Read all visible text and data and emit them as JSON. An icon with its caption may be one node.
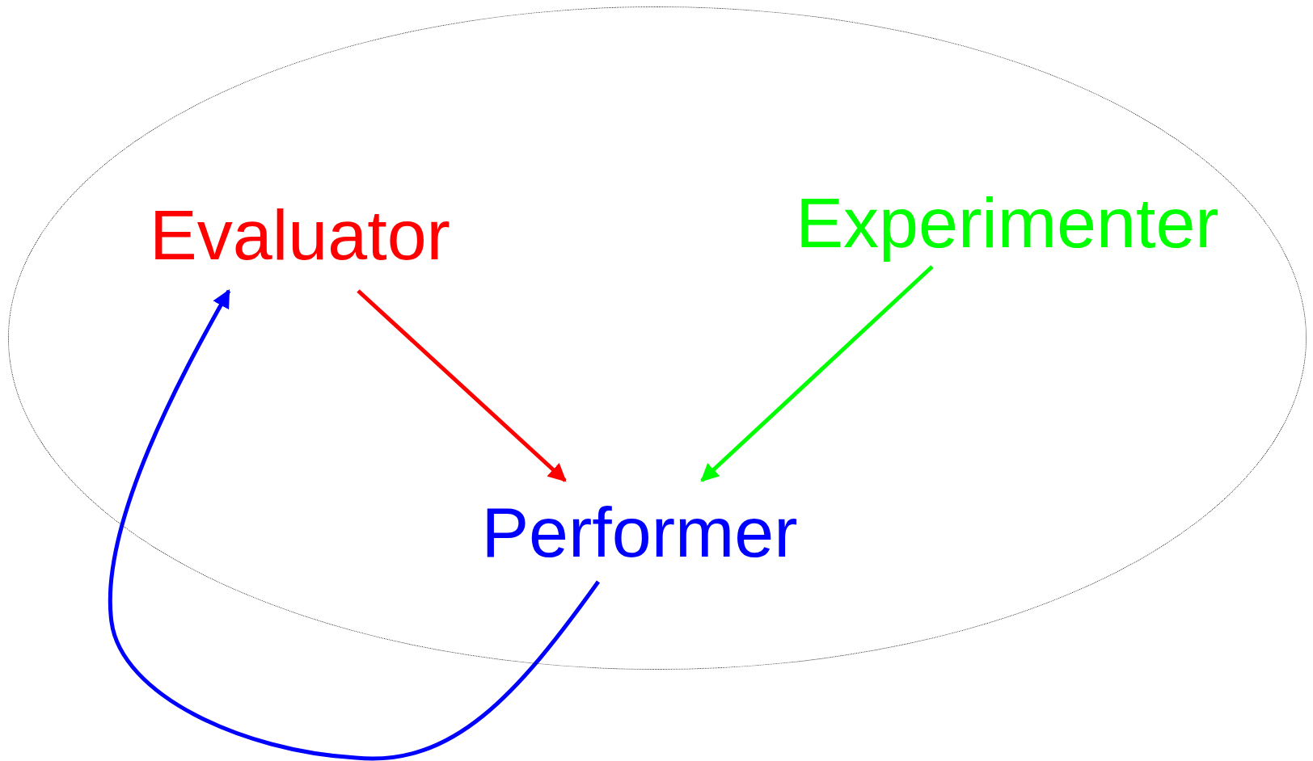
{
  "diagram": {
    "nodes": [
      {
        "text": [],
        "shape": "ellipse"
      },
      {
        "text": [
          "Evaluator"
        ],
        "in": 0
      },
      {
        "text": [
          "Experimenter"
        ],
        "in": 0
      },
      {
        "text": [
          "Performer"
        ],
        "in": 0
      }
    ],
    "edges": [
      {
        "from": 1,
        "to": 3,
        "arrow": "to",
        "color": "#ff0000"
      },
      {
        "from": 2,
        "to": 3,
        "arrow": "to",
        "color": "#00ff00"
      },
      {
        "from": 3,
        "to": 1,
        "arrow": "to",
        "color": "#0000ff"
      }
    ]
  }
}
